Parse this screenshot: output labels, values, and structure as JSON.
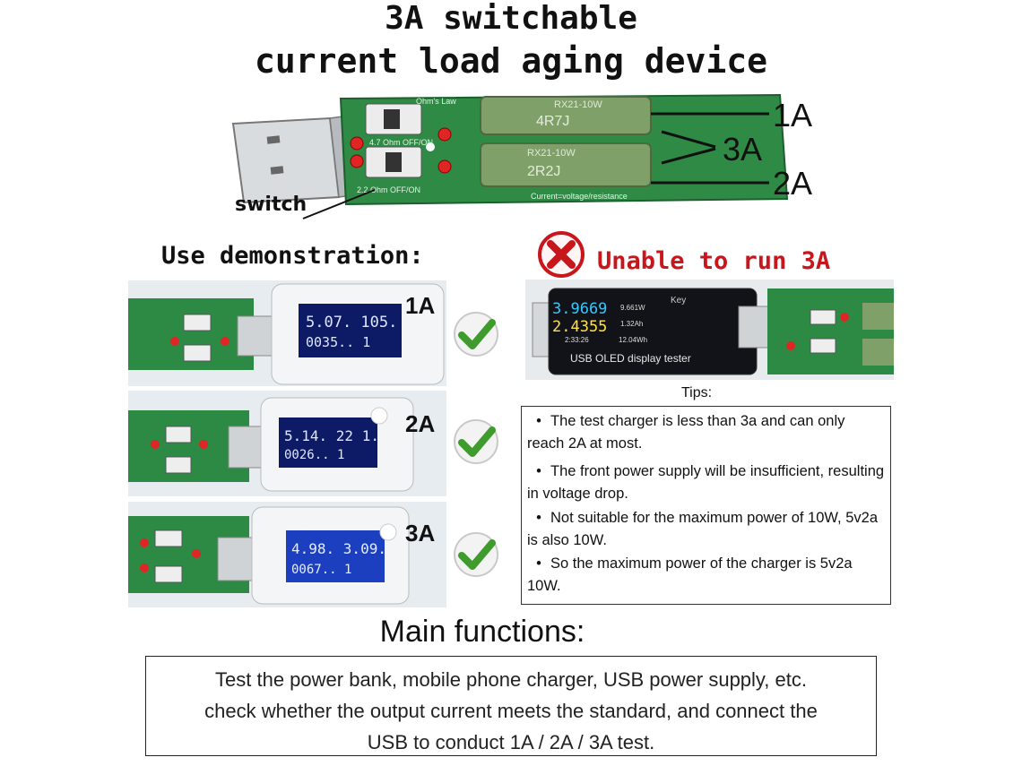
{
  "header": {
    "line1": "3A switchable",
    "line2": "current load aging device"
  },
  "board": {
    "resistor_top": {
      "model": "RX21-10W",
      "code": "4R7J"
    },
    "resistor_bottom": {
      "model": "RX21-10W",
      "code": "2R2J"
    },
    "silk_top": "Ohm's Law",
    "silk_mid": "4.7 Ohm OFF/ON",
    "silk_bottom": "2.2 Ohm OFF/ON",
    "silk_edge": "Current=voltage/resistance",
    "callouts": [
      "1A",
      "3A",
      "2A"
    ],
    "switch_label": "switch"
  },
  "demo": {
    "title": "Use demonstration:",
    "rows": [
      {
        "amp": "1A",
        "meter_line1": "5.07. 105.",
        "meter_line2": "0035.. 1"
      },
      {
        "amp": "2A",
        "meter_line1": "5.14. 22 1.",
        "meter_line2": "0026.. 1"
      },
      {
        "amp": "3A",
        "meter_line1": "4.98. 3.09.",
        "meter_line2": "0067.. 1"
      }
    ]
  },
  "unable": {
    "text": "Unable to run 3A",
    "tester_line1": "3.9669",
    "tester_line2": "2.4355",
    "tester_side1": "9.661W",
    "tester_side2": "1.32Ah",
    "tester_side3": "2:33:26",
    "tester_side4": "12.04Wh",
    "tester_key": "Key",
    "tester_caption": "USB OLED display tester"
  },
  "tips": {
    "title": "Tips:",
    "items": [
      {
        "bullet": "•",
        "text": "The test charger is less than 3a and can only reach 2A at most."
      },
      {
        "bullet": "•",
        "text": "The front power supply will be insufficient, resulting in voltage drop."
      },
      {
        "bullet": "•",
        "text": "Not suitable for the maximum power of 10W, 5v2a is also 10W."
      },
      {
        "bullet": "•",
        "text": "So the maximum power of the charger is 5v2a 10W."
      }
    ]
  },
  "functions": {
    "title": "Main functions:",
    "lines": [
      "Test the power bank, mobile phone charger, USB power supply, etc.",
      "check whether the output current meets the standard, and connect the",
      "USB to conduct 1A / 2A / 3A test."
    ]
  },
  "colors": {
    "pcb_green": "#2e8a45",
    "resistor_green": "#7fa069",
    "warning_red": "#c8161d",
    "check_green": "#3f9b2d",
    "lcd_blue": "#1b3fbf"
  }
}
